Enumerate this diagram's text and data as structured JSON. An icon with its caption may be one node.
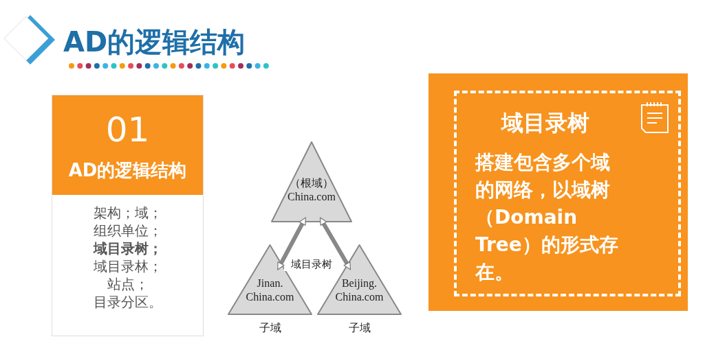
{
  "diagram": {
    "title": "AD的逻辑结构",
    "nodes": [
      {
        "text": [
          "01",
          "AD的逻辑结构",
          "架构；域；",
          "组织单位；",
          "域目录树；",
          "域目录林；",
          "站点；",
          "目录分区。"
        ]
      },
      {
        "text": [
          "（根域）",
          "China.com"
        ]
      },
      {
        "text": [
          "Jinan. China.com"
        ],
        "beside": [
          "子域"
        ]
      },
      {
        "text": [
          "Beijing. China.com"
        ],
        "beside": [
          "子域"
        ]
      },
      {
        "text": [
          "域目录树",
          "搭建包含多个域的网络，以域树（Domain Tree）的形式存在。"
        ]
      }
    ],
    "edges": [
      {
        "from": 1,
        "to": 2,
        "arrow": "both"
      },
      {
        "from": 1,
        "to": 3,
        "arrow": "both"
      }
    ],
    "labels": [
      "域目录树"
    ]
  }
}
